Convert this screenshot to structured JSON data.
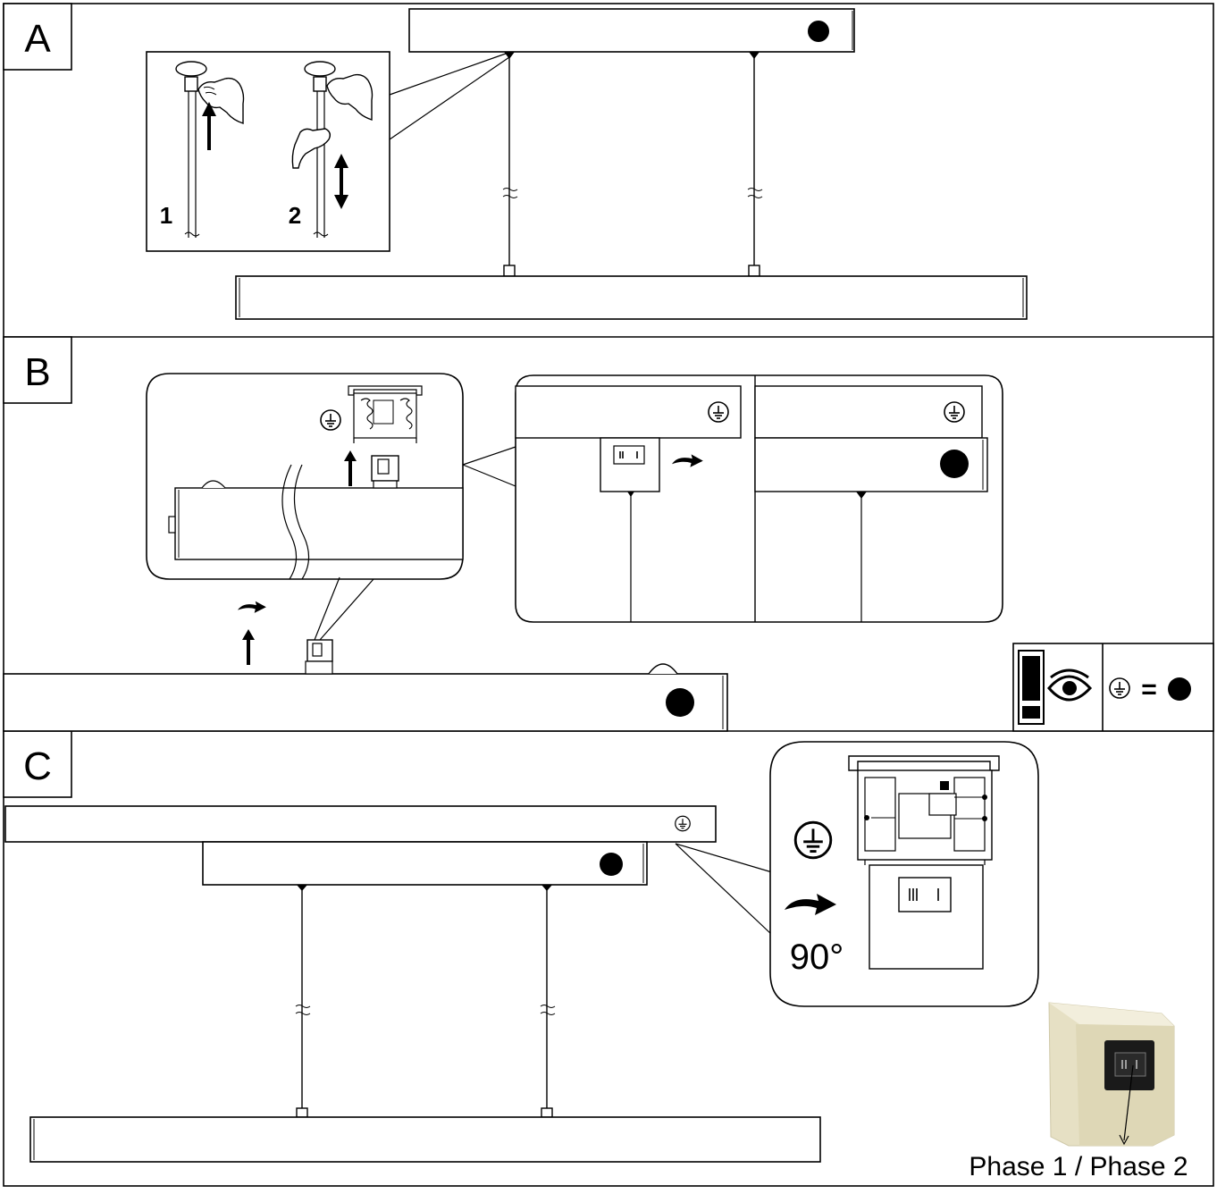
{
  "panels": [
    {
      "label": "A"
    },
    {
      "label": "B"
    },
    {
      "label": "C"
    }
  ],
  "panel_a": {
    "inset_steps": [
      "1",
      "2"
    ]
  },
  "panel_c": {
    "rotation_label": "90°",
    "phase_label": "Phase 1 / Phase 2"
  },
  "legend": {
    "equals": "="
  },
  "icons": [
    "ground-symbol-icon",
    "filled-dot-marker",
    "warning-exclamation-icon",
    "eye-icon",
    "rotate-arrow-icon",
    "up-arrow-icon",
    "double-arrow-icon",
    "hand-icon",
    "socket-icon",
    "track-profile-icon"
  ],
  "colors": {
    "line": "#000000",
    "background": "#ffffff",
    "photo_box": "#e6e0c4",
    "photo_socket": "#1a1a1a"
  }
}
